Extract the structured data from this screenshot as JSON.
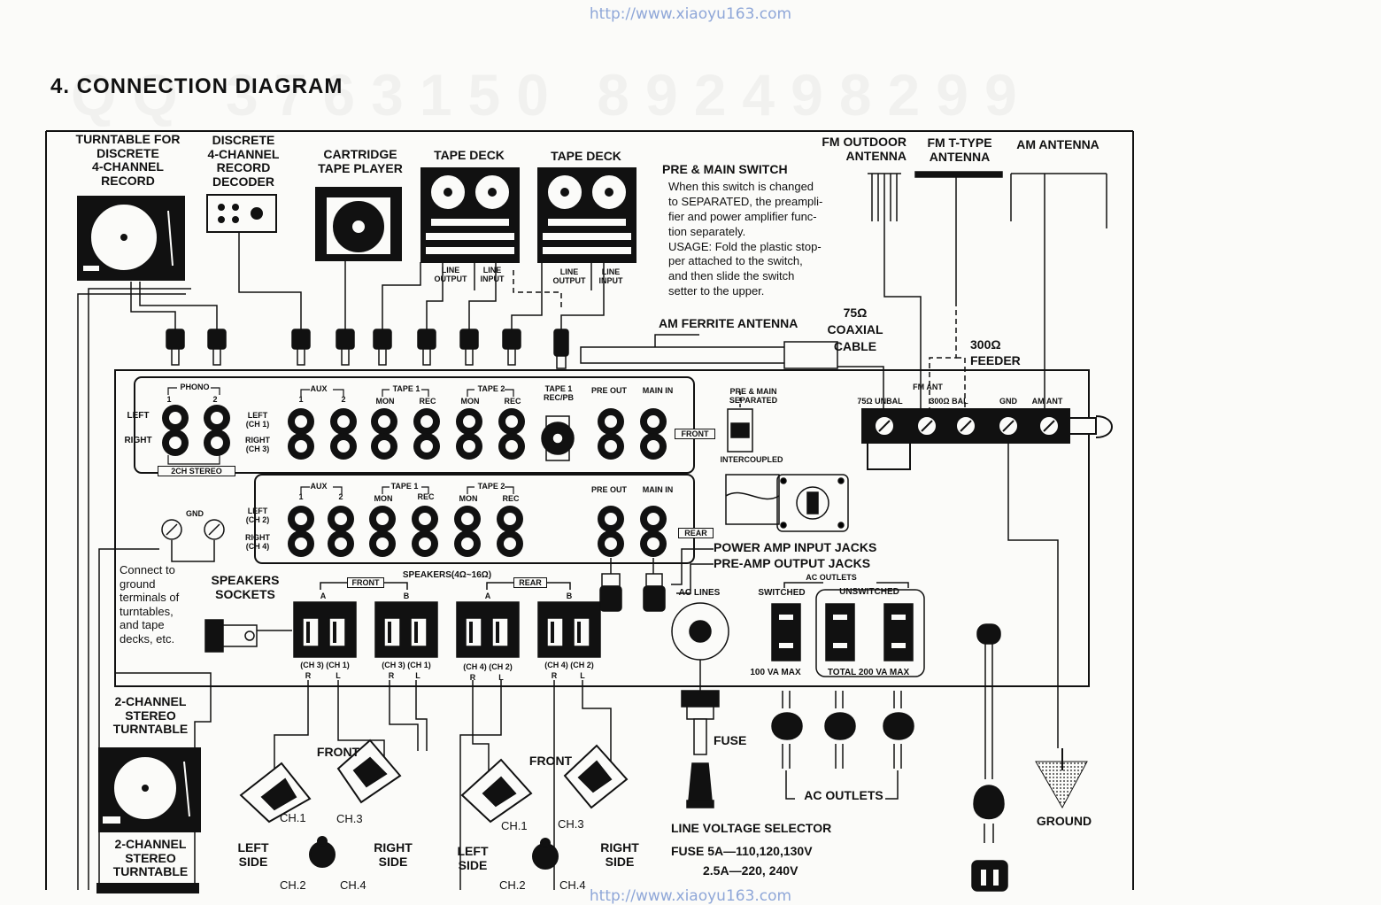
{
  "source_url": "http://www.xiaoyu163.com",
  "title": "4.  CONNECTION DIAGRAM",
  "top_devices": {
    "turntable_4ch": "TURNTABLE FOR\nDISCRETE\n4-CHANNEL\nRECORD",
    "decoder": "DISCRETE\n4-CHANNEL\nRECORD\nDECODER",
    "cartridge": "CARTRIDGE\nTAPE PLAYER",
    "tape_deck_1": "TAPE DECK",
    "tape_deck_2": "TAPE DECK",
    "line_output": "LINE\nOUTPUT",
    "line_input": "LINE\nINPUT"
  },
  "antennas": {
    "fm_outdoor": "FM OUTDOOR\nANTENNA",
    "fm_t_type": "FM T-TYPE\nANTENNA",
    "am": "AM ANTENNA",
    "am_ferrite": "AM FERRITE ANTENNA",
    "coaxial": "75Ω\nCOAXIAL\nCABLE",
    "feeder": "300Ω\nFEEDER"
  },
  "pre_main_switch": {
    "title": "PRE & MAIN SWITCH",
    "body": "When this switch is changed\nto SEPARATED, the preampli-\nfier and power amplifier func-\ntion separately.\nUSAGE: Fold the plastic stop-\nper attached to the switch,\nand then slide the switch\nsetter to the upper.",
    "separated": "PRE & MAIN\nSEPARATED",
    "intercoupled": "INTERCOUPLED"
  },
  "front_panel": {
    "phono": "PHONO",
    "left": "LEFT",
    "right": "RIGHT",
    "one": "1",
    "two": "2",
    "stereo_2ch": "2CH STEREO",
    "left_ch1": "LEFT\n(CH 1)",
    "right_ch3": "RIGHT\n(CH 3)",
    "left_ch2": "LEFT\n(CH 2)",
    "right_ch4": "RIGHT\n(CH 4)",
    "aux": "AUX",
    "tape1": "TAPE 1",
    "tape2": "TAPE 2",
    "mon": "MON",
    "rec": "REC",
    "tape1_recpb": "TAPE 1\nREC/PB",
    "pre_out": "PRE OUT",
    "main_in": "MAIN IN",
    "front_tag": "FRONT",
    "rear_tag": "REAR",
    "gnd": "GND",
    "fm_ant": "FM ANT",
    "ant_75": "75Ω UNBAL",
    "ant_300": "300Ω BAL",
    "ant_gnd": "GND",
    "am_ant": "AM ANT"
  },
  "ground_note": "Connect to\nground\nterminals of\nturntables,\nand tape\ndecks, etc.",
  "speakers": {
    "sockets": "SPEAKERS\nSOCKETS",
    "range": "SPEAKERS(4Ω~16Ω)",
    "front": "FRONT",
    "rear": "REAR",
    "a": "A",
    "b": "B",
    "s1": "(CH 3) (CH 1)",
    "s2": "(CH 3) (CH 1)",
    "s3": "(CH 4) (CH 2)",
    "s4": "(CH 4) (CH 2)",
    "r": "R",
    "l": "L"
  },
  "jacks": {
    "power_amp_input": "POWER AMP INPUT JACKS",
    "pre_amp_output": "PRE-AMP OUTPUT JACKS"
  },
  "ac": {
    "lines": "AC LINES",
    "outlets_head": "AC OUTLETS",
    "switched": "SWITCHED",
    "unswitched": "UNSWITCHED",
    "va100": "100 VA MAX",
    "va200": "TOTAL 200 VA MAX",
    "fuse": "FUSE",
    "outlets": "AC OUTLETS",
    "voltage_selector": "LINE VOLTAGE SELECTOR",
    "fuse_spec_1": "FUSE 5A—110,120,130V",
    "fuse_spec_2": "2.5A—220, 240V",
    "ground": "GROUND"
  },
  "bottom": {
    "stereo_turntable_1": "2-CHANNEL\nSTEREO\nTURNTABLE",
    "stereo_turntable_2": "2-CHANNEL\nSTEREO\nTURNTABLE",
    "front_a": "FRONT",
    "front_b": "FRONT",
    "ch1": "CH.1",
    "ch3": "CH.3",
    "ch2": "CH.2",
    "ch4": "CH.4",
    "left_side": "LEFT\nSIDE",
    "right_side": "RIGHT\nSIDE"
  }
}
